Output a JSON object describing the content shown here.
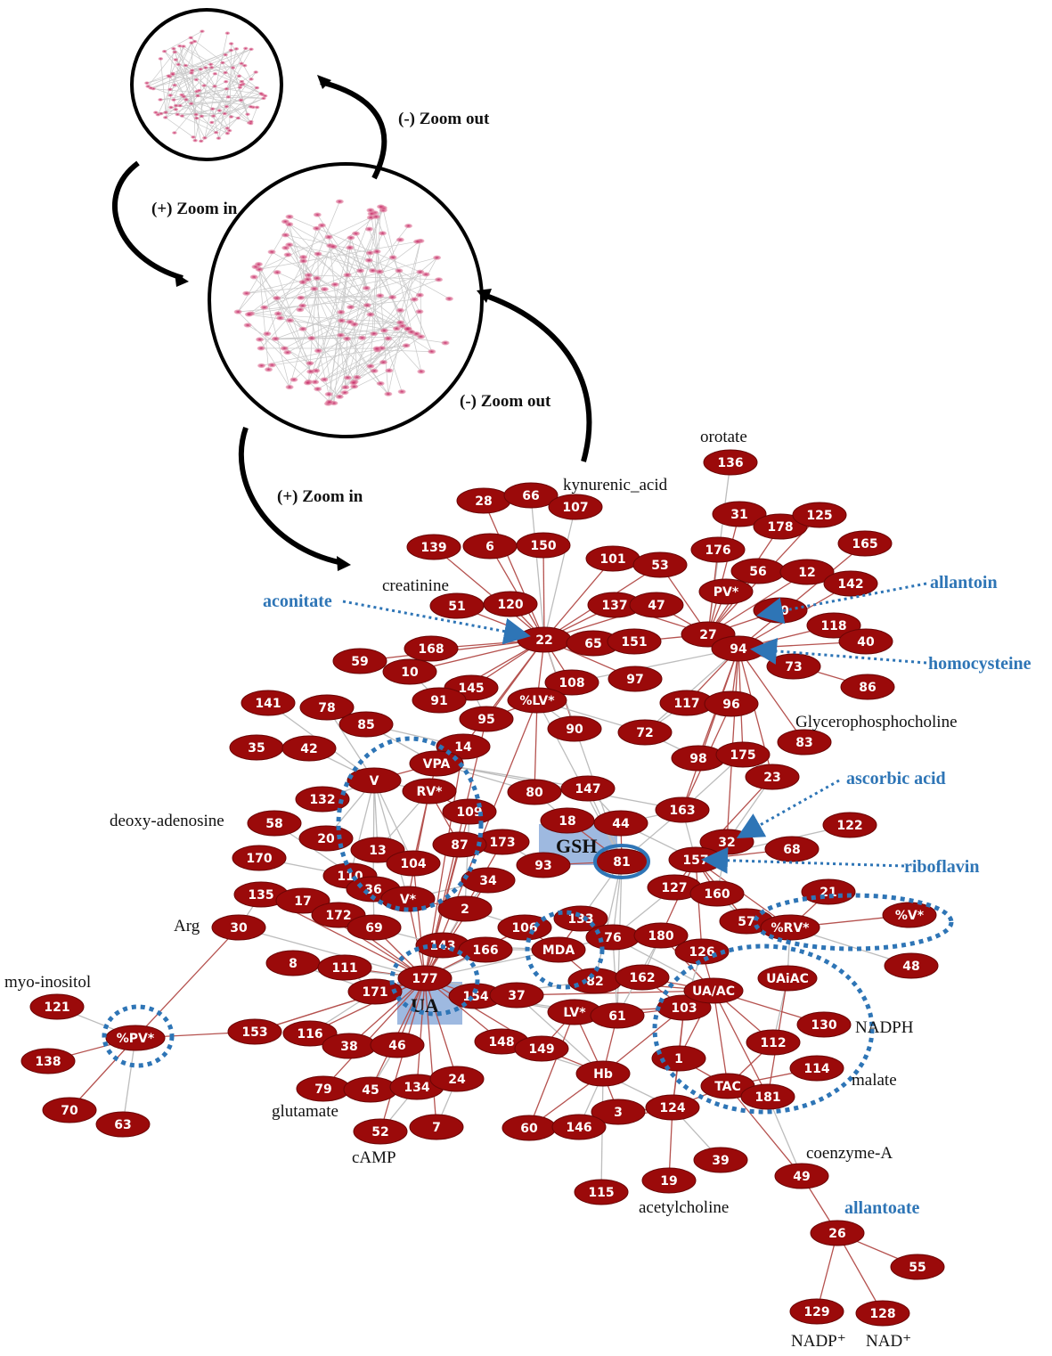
{
  "zoom": {
    "out_top": "(-) Zoom out",
    "in_top": "(+) Zoom in",
    "out_mid": "(-) Zoom out",
    "in_bottom": "(+) Zoom in"
  },
  "colors": {
    "node_fill": "#9b0a0a",
    "edge_red": "#b5524f",
    "edge_grey": "#bdbdbd",
    "highlight_blue": "#2e75b6",
    "box_blue": "#7da2d6"
  },
  "highlight_boxes": {
    "gsh": "GSH",
    "ua": "UA"
  },
  "annotations_black": {
    "orotate": "orotate",
    "kynurenic": "kynurenic_acid",
    "creatinine": "creatinine",
    "glycero": "Glycerophosphocholine",
    "deoxy": "deoxy-adenosine",
    "arg": "Arg",
    "myo": "myo-inositol",
    "glutamate": "glutamate",
    "camp": "cAMP",
    "nadph": "NADPH",
    "malate": "malate",
    "coa": "coenzyme-A",
    "acetylcholine": "acetylcholine",
    "nadp": "NADP⁺",
    "nad": "NAD⁺"
  },
  "annotations_blue": {
    "aconitate": "aconitate",
    "allantoin": "allantoin",
    "homocysteine": "homocysteine",
    "ascorbic": "ascorbic acid",
    "riboflavin": "riboflavin",
    "allantoate": "allantoate"
  },
  "nodes": [
    {
      "id": "136",
      "label": "136"
    },
    {
      "id": "28",
      "label": "28"
    },
    {
      "id": "66",
      "label": "66"
    },
    {
      "id": "107",
      "label": "107"
    },
    {
      "id": "31",
      "label": "31"
    },
    {
      "id": "178",
      "label": "178"
    },
    {
      "id": "125",
      "label": "125"
    },
    {
      "id": "139",
      "label": "139"
    },
    {
      "id": "6",
      "label": "6"
    },
    {
      "id": "150",
      "label": "150"
    },
    {
      "id": "176",
      "label": "176"
    },
    {
      "id": "165",
      "label": "165"
    },
    {
      "id": "101",
      "label": "101"
    },
    {
      "id": "53",
      "label": "53"
    },
    {
      "id": "56",
      "label": "56"
    },
    {
      "id": "12",
      "label": "12"
    },
    {
      "id": "142",
      "label": "142"
    },
    {
      "id": "PV*",
      "label": "PV*"
    },
    {
      "id": "51",
      "label": "51"
    },
    {
      "id": "120",
      "label": "120"
    },
    {
      "id": "137",
      "label": "137"
    },
    {
      "id": "47",
      "label": "47"
    },
    {
      "id": "50",
      "label": "50"
    },
    {
      "id": "118",
      "label": "118"
    },
    {
      "id": "22",
      "label": "22"
    },
    {
      "id": "65",
      "label": "65"
    },
    {
      "id": "151",
      "label": "151"
    },
    {
      "id": "27",
      "label": "27"
    },
    {
      "id": "94",
      "label": "94"
    },
    {
      "id": "40",
      "label": "40"
    },
    {
      "id": "168",
      "label": "168"
    },
    {
      "id": "59",
      "label": "59"
    },
    {
      "id": "10",
      "label": "10"
    },
    {
      "id": "108",
      "label": "108"
    },
    {
      "id": "97",
      "label": "97"
    },
    {
      "id": "73",
      "label": "73"
    },
    {
      "id": "145",
      "label": "145"
    },
    {
      "id": "91",
      "label": "91"
    },
    {
      "id": "%LV*",
      "label": "%LV*"
    },
    {
      "id": "86",
      "label": "86"
    },
    {
      "id": "141",
      "label": "141"
    },
    {
      "id": "78",
      "label": "78"
    },
    {
      "id": "117",
      "label": "117"
    },
    {
      "id": "96",
      "label": "96"
    },
    {
      "id": "95",
      "label": "95"
    },
    {
      "id": "85",
      "label": "85"
    },
    {
      "id": "90",
      "label": "90"
    },
    {
      "id": "72",
      "label": "72"
    },
    {
      "id": "83",
      "label": "83"
    },
    {
      "id": "35",
      "label": "35"
    },
    {
      "id": "42",
      "label": "42"
    },
    {
      "id": "14",
      "label": "14"
    },
    {
      "id": "98",
      "label": "98"
    },
    {
      "id": "175",
      "label": "175"
    },
    {
      "id": "VPA",
      "label": "VPA"
    },
    {
      "id": "V",
      "label": "V"
    },
    {
      "id": "23",
      "label": "23"
    },
    {
      "id": "RV*",
      "label": "RV*"
    },
    {
      "id": "80",
      "label": "80"
    },
    {
      "id": "147",
      "label": "147"
    },
    {
      "id": "132",
      "label": "132"
    },
    {
      "id": "163",
      "label": "163"
    },
    {
      "id": "109",
      "label": "109"
    },
    {
      "id": "58",
      "label": "58"
    },
    {
      "id": "18",
      "label": "18"
    },
    {
      "id": "44",
      "label": "44"
    },
    {
      "id": "122",
      "label": "122"
    },
    {
      "id": "20",
      "label": "20"
    },
    {
      "id": "32",
      "label": "32"
    },
    {
      "id": "173",
      "label": "173"
    },
    {
      "id": "87",
      "label": "87"
    },
    {
      "id": "13",
      "label": "13"
    },
    {
      "id": "68",
      "label": "68"
    },
    {
      "id": "170",
      "label": "170"
    },
    {
      "id": "104",
      "label": "104"
    },
    {
      "id": "81",
      "label": "81"
    },
    {
      "id": "93",
      "label": "93"
    },
    {
      "id": "157",
      "label": "157"
    },
    {
      "id": "110",
      "label": "110"
    },
    {
      "id": "34",
      "label": "34"
    },
    {
      "id": "36",
      "label": "36"
    },
    {
      "id": "127",
      "label": "127"
    },
    {
      "id": "135",
      "label": "135"
    },
    {
      "id": "21",
      "label": "21"
    },
    {
      "id": "V*",
      "label": "V*"
    },
    {
      "id": "160",
      "label": "160"
    },
    {
      "id": "17",
      "label": "17"
    },
    {
      "id": "172",
      "label": "172"
    },
    {
      "id": "2",
      "label": "2"
    },
    {
      "id": "%V*",
      "label": "%V*"
    },
    {
      "id": "106",
      "label": "106"
    },
    {
      "id": "133",
      "label": "133"
    },
    {
      "id": "57",
      "label": "57"
    },
    {
      "id": "30",
      "label": "30"
    },
    {
      "id": "69",
      "label": "69"
    },
    {
      "id": "%RV*",
      "label": "%RV*"
    },
    {
      "id": "143",
      "label": "143"
    },
    {
      "id": "166",
      "label": "166"
    },
    {
      "id": "MDA",
      "label": "MDA"
    },
    {
      "id": "76",
      "label": "76"
    },
    {
      "id": "180",
      "label": "180"
    },
    {
      "id": "126",
      "label": "126"
    },
    {
      "id": "48",
      "label": "48"
    },
    {
      "id": "8",
      "label": "8"
    },
    {
      "id": "111",
      "label": "111"
    },
    {
      "id": "177",
      "label": "177"
    },
    {
      "id": "82",
      "label": "82"
    },
    {
      "id": "162",
      "label": "162"
    },
    {
      "id": "UAiAC",
      "label": "UAiAC"
    },
    {
      "id": "171",
      "label": "171"
    },
    {
      "id": "154",
      "label": "154"
    },
    {
      "id": "37",
      "label": "37"
    },
    {
      "id": "103",
      "label": "103"
    },
    {
      "id": "UA/AC",
      "label": "UA/AC"
    },
    {
      "id": "121",
      "label": "121"
    },
    {
      "id": "LV*",
      "label": "LV*"
    },
    {
      "id": "61",
      "label": "61"
    },
    {
      "id": "130",
      "label": "130"
    },
    {
      "id": "%PV*",
      "label": "%PV*"
    },
    {
      "id": "153",
      "label": "153"
    },
    {
      "id": "116",
      "label": "116"
    },
    {
      "id": "38",
      "label": "38"
    },
    {
      "id": "46",
      "label": "46"
    },
    {
      "id": "148",
      "label": "148"
    },
    {
      "id": "149",
      "label": "149"
    },
    {
      "id": "112",
      "label": "112"
    },
    {
      "id": "138",
      "label": "138"
    },
    {
      "id": "Hb",
      "label": "Hb"
    },
    {
      "id": "1",
      "label": "1"
    },
    {
      "id": "114",
      "label": "114"
    },
    {
      "id": "79",
      "label": "79"
    },
    {
      "id": "45",
      "label": "45"
    },
    {
      "id": "134",
      "label": "134"
    },
    {
      "id": "24",
      "label": "24"
    },
    {
      "id": "TAC",
      "label": "TAC"
    },
    {
      "id": "181",
      "label": "181"
    },
    {
      "id": "70",
      "label": "70"
    },
    {
      "id": "63",
      "label": "63"
    },
    {
      "id": "3",
      "label": "3"
    },
    {
      "id": "124",
      "label": "124"
    },
    {
      "id": "52",
      "label": "52"
    },
    {
      "id": "7",
      "label": "7"
    },
    {
      "id": "60",
      "label": "60"
    },
    {
      "id": "146",
      "label": "146"
    },
    {
      "id": "39",
      "label": "39"
    },
    {
      "id": "49",
      "label": "49"
    },
    {
      "id": "19",
      "label": "19"
    },
    {
      "id": "115",
      "label": "115"
    },
    {
      "id": "26",
      "label": "26"
    },
    {
      "id": "55",
      "label": "55"
    },
    {
      "id": "129",
      "label": "129"
    },
    {
      "id": "128",
      "label": "128"
    }
  ]
}
